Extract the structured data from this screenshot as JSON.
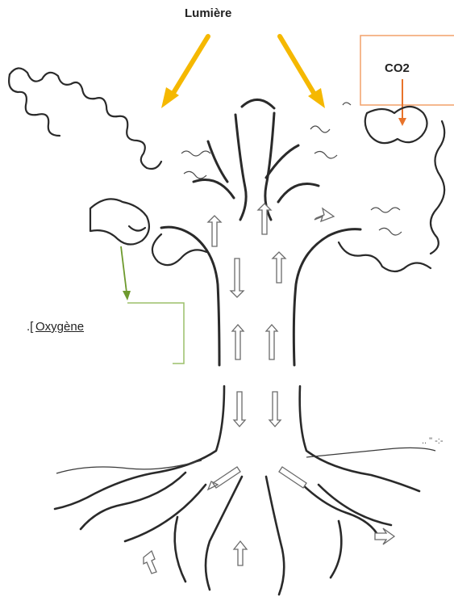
{
  "diagram": {
    "light_label": "Lumière",
    "co2_label": "CO2",
    "oxygen_prefix": ".[",
    "oxygen_label": "Oxygène",
    "edge_artifact": ".. \" -:-"
  },
  "colors": {
    "light_arrow": "#F5B800",
    "co2_arrow": "#E8732A",
    "co2_box": "#F2A06A",
    "oxygen_arrow": "#6E9A2E",
    "oxygen_box": "#9BBF6A",
    "ink": "#2A2A2A",
    "sap_arrow": "#8A8A8A"
  },
  "icons": [
    "light-arrow-icon",
    "co2-arrow-icon",
    "oxygen-arrow-icon",
    "sap-arrow-icon"
  ]
}
